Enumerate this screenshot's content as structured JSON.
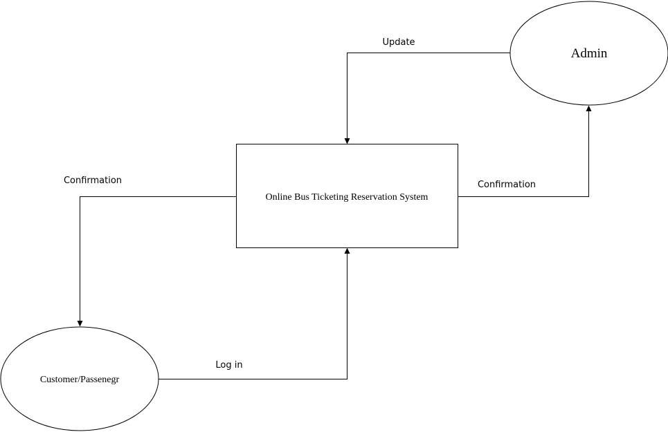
{
  "process": {
    "label": "Online Bus Ticketing Reservation System"
  },
  "entities": {
    "admin": "Admin",
    "customer": "Customer/Passenegr"
  },
  "flows": {
    "update": "Update",
    "confirmation_customer": "Confirmation",
    "confirmation_admin": "Confirmation",
    "login": "Log in"
  }
}
